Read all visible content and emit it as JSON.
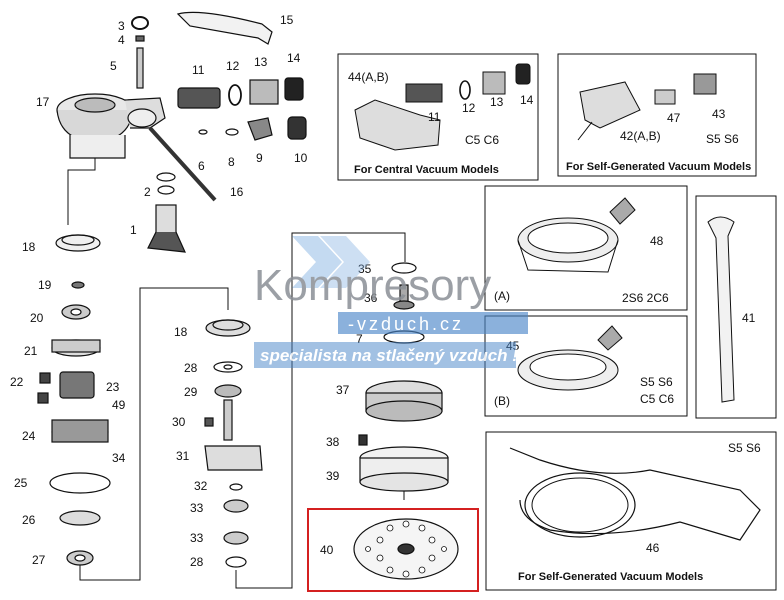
{
  "diagram": {
    "part_numbers": [
      "1",
      "2",
      "3",
      "4",
      "5",
      "6",
      "7",
      "8",
      "9",
      "10",
      "11",
      "12",
      "13",
      "14",
      "15",
      "16",
      "17",
      "18",
      "19",
      "20",
      "21",
      "22",
      "23",
      "24",
      "25",
      "26",
      "27",
      "28",
      "29",
      "30",
      "31",
      "32",
      "33",
      "34",
      "35",
      "36",
      "37",
      "38",
      "39",
      "40",
      "41",
      "43",
      "45",
      "46",
      "47",
      "48",
      "49"
    ],
    "central_vacuum_box": {
      "label_44": "44(A,B)",
      "label_11": "11",
      "label_12": "12",
      "label_13": "13",
      "label_14": "14",
      "models": "C5  C6",
      "caption": "For Central Vacuum Models"
    },
    "self_generated_box": {
      "label_42": "42(A,B)",
      "label_47": "47",
      "label_43": "43",
      "models": "S5  S6",
      "caption": "For Self-Generated Vacuum Models"
    },
    "hood_a_box": {
      "label": "48",
      "tag": "(A)",
      "models": "2S6  2C6"
    },
    "hood_b_box": {
      "label": "45",
      "tag": "(B)",
      "models_top": "S5  S6",
      "models_bottom": "C5  C6"
    },
    "wrench_box": {
      "label": "41"
    },
    "hose_box": {
      "models": "S5  S6",
      "label": "46",
      "caption": "For Self-Generated Vacuum Models"
    },
    "highlight_part": "40",
    "highlight_color": "#d42020"
  },
  "watermark": {
    "brand": "Kompresory",
    "domain": "-vzduch.cz",
    "tagline": "specialista na stlačený vzduch !",
    "color_gray": "#8a8f96",
    "color_blue": "#4a86c8"
  }
}
